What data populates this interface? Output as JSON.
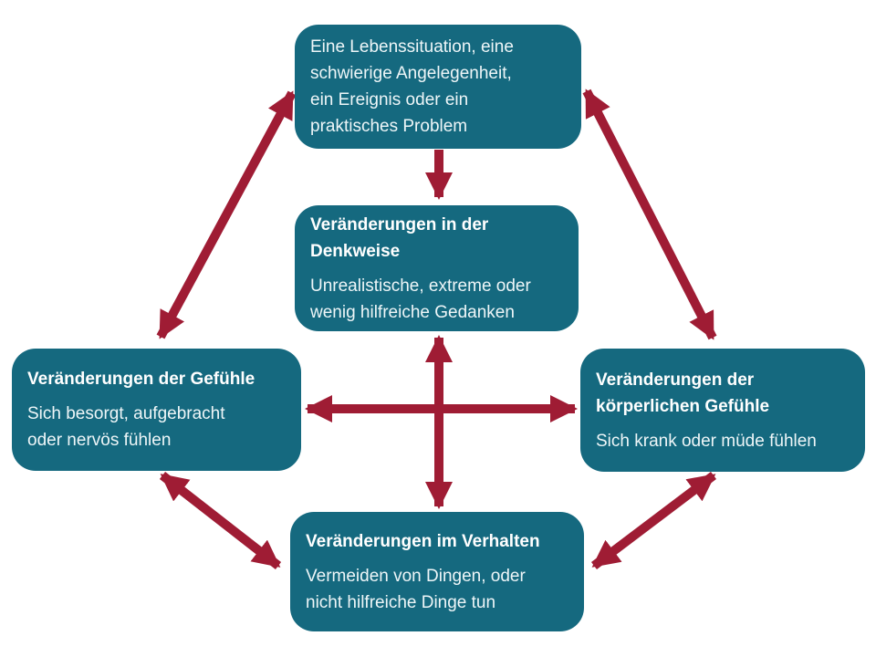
{
  "diagram": {
    "nodes": {
      "situation": {
        "body": "Eine Lebenssituation, eine\nschwierige Angelegenheit,\nein Ereignis oder ein\npraktisches Problem"
      },
      "thoughts": {
        "title": "Veränderungen in der\nDenkweise",
        "body": "Unrealistische, extreme oder\nwenig hilfreiche Gedanken"
      },
      "feelings": {
        "title": "Veränderungen der Gefühle",
        "body": "Sich besorgt, aufgebracht\noder nervös fühlen"
      },
      "physical": {
        "title": "Veränderungen der\nkörperlichen Gefühle",
        "body": "Sich krank oder müde fühlen"
      },
      "behavior": {
        "title": "Veränderungen im Verhalten",
        "body": "Vermeiden von Dingen, oder\nnicht hilfreiche Dinge tun"
      }
    },
    "connections": [
      {
        "from": "situation",
        "to": "thoughts",
        "type": "one-way"
      },
      {
        "from": "situation",
        "to": "feelings",
        "type": "two-way"
      },
      {
        "from": "situation",
        "to": "physical",
        "type": "two-way"
      },
      {
        "from": "feelings",
        "to": "physical",
        "type": "two-way"
      },
      {
        "from": "thoughts",
        "to": "behavior",
        "type": "two-way"
      },
      {
        "from": "feelings",
        "to": "behavior",
        "type": "two-way"
      },
      {
        "from": "physical",
        "to": "behavior",
        "type": "two-way"
      }
    ],
    "colors": {
      "node_fill": "#15697f",
      "arrow": "#9f1c34",
      "title_text": "#ffffff",
      "body_text": "#eef6f8",
      "background": "#ffffff"
    }
  }
}
